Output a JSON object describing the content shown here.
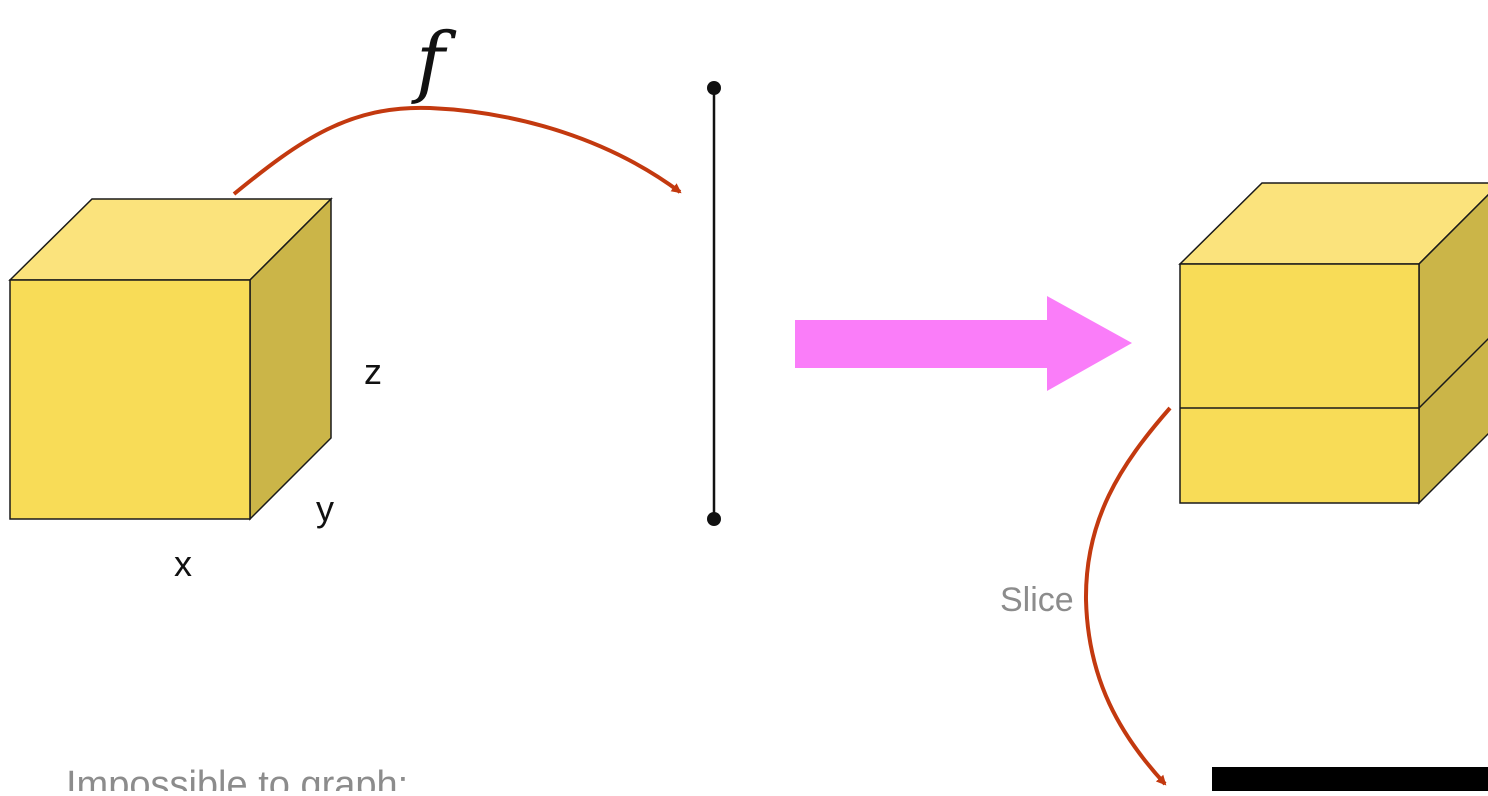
{
  "labels": {
    "function": "f",
    "axis_x": "x",
    "axis_y": "y",
    "axis_z": "z",
    "slice": "Slice",
    "caption": "Impossible to graph:"
  },
  "colors": {
    "cube_front": "#f8dc57",
    "cube_top": "#fbe37c",
    "cube_side": "#cbb548",
    "mapping_arrow": "#c3390f",
    "transform_arrow": "#fa7df9",
    "outline": "#1a1a1a",
    "caption_text": "#8c8c8c",
    "slice_bar": "#000000"
  }
}
